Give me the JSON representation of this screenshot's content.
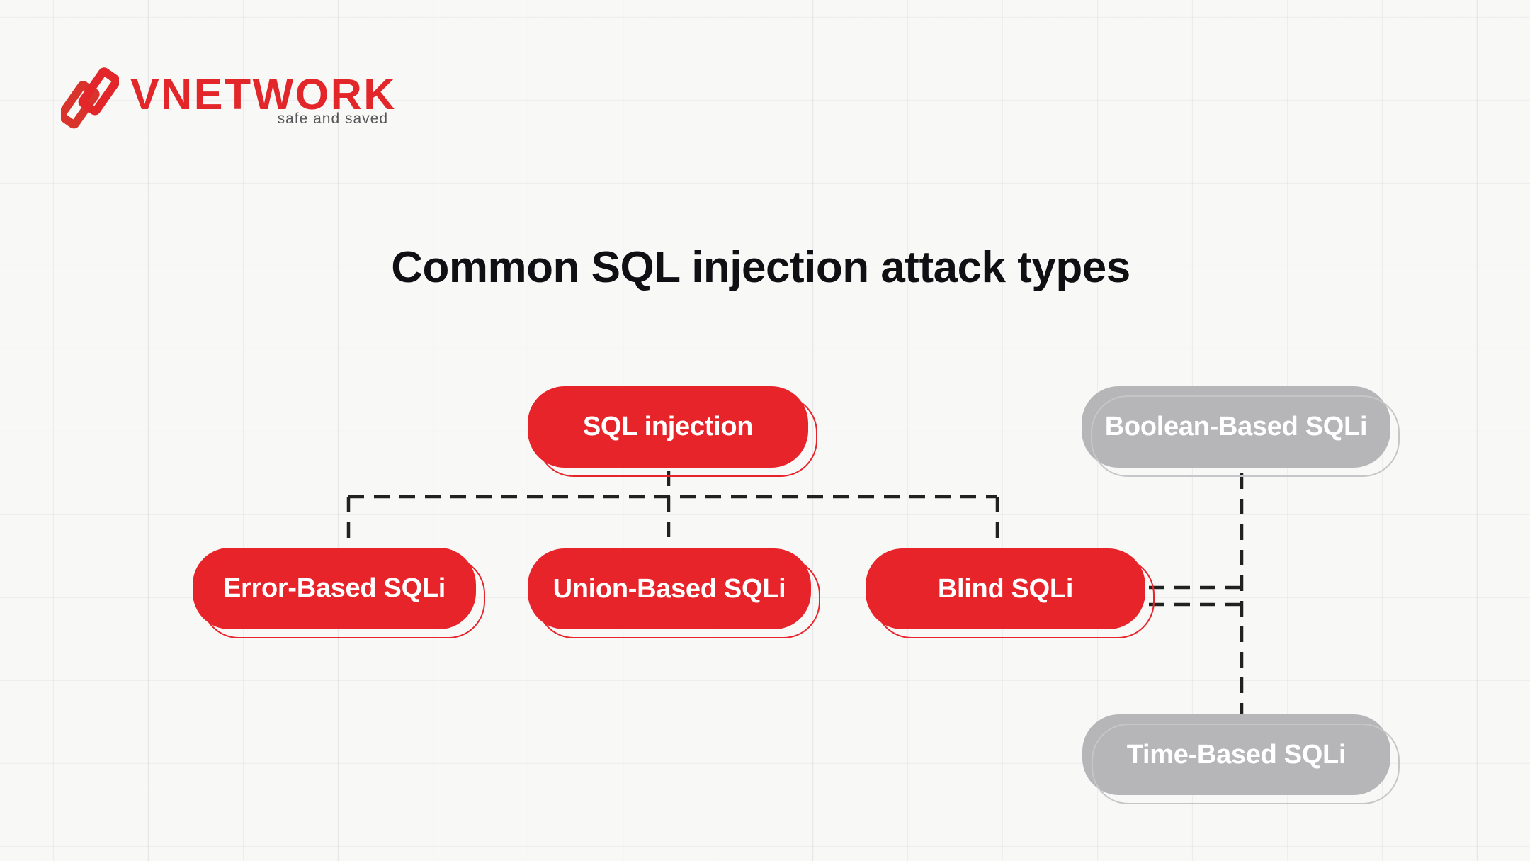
{
  "logo": {
    "brand": "VNETWORK",
    "tagline": "safe and saved",
    "brand_color": "#e2262a",
    "tagline_color": "#57575a"
  },
  "title": {
    "text": "Common SQL injection attack types",
    "color": "#0f0f14"
  },
  "diagram": {
    "nodes": [
      {
        "id": "sql-injection",
        "label": "SQL injection",
        "variant": "red"
      },
      {
        "id": "boolean-based-sqli",
        "label": "Boolean-Based SQLi",
        "variant": "gray"
      },
      {
        "id": "error-based-sqli",
        "label": "Error-Based SQLi",
        "variant": "red"
      },
      {
        "id": "union-based-sqli",
        "label": "Union-Based SQLi",
        "variant": "red"
      },
      {
        "id": "blind-sqli",
        "label": "Blind SQLi",
        "variant": "red"
      },
      {
        "id": "time-based-sqli",
        "label": "Time-Based SQLi",
        "variant": "gray"
      }
    ],
    "connections": [
      {
        "from": "sql-injection",
        "to": "error-based-sqli",
        "style": "dashed"
      },
      {
        "from": "sql-injection",
        "to": "union-based-sqli",
        "style": "dashed"
      },
      {
        "from": "sql-injection",
        "to": "blind-sqli",
        "style": "dashed"
      },
      {
        "from": "blind-sqli",
        "to": "boolean-based-sqli",
        "style": "dashed"
      },
      {
        "from": "blind-sqli",
        "to": "time-based-sqli",
        "style": "dashed"
      }
    ],
    "colors": {
      "node_red": "#e8242b",
      "node_gray": "#b6b6b9",
      "node_text": "#ffffff",
      "connector": "#212121",
      "background": "#f8f8f7"
    }
  }
}
